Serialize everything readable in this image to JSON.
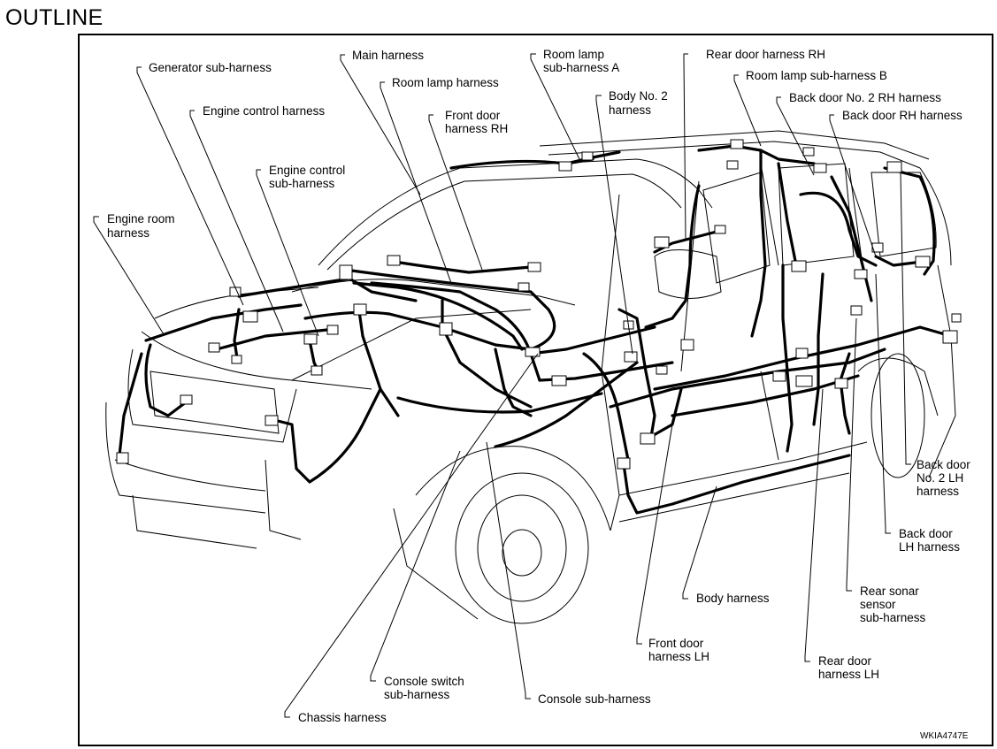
{
  "page_title": "OUTLINE",
  "figure_code": "WKIA4747E",
  "labels": {
    "main_harness": "Main harness",
    "generator_sub_harness": "Generator sub-harness",
    "room_lamp_sub_harness_a": [
      "Room lamp",
      "sub-harness A"
    ],
    "rear_door_harness_rh": "Rear door harness RH",
    "room_lamp_sub_harness_b": "Room lamp sub-harness B",
    "room_lamp_harness": "Room lamp harness",
    "body_no2_harness": [
      "Body No. 2",
      "harness"
    ],
    "engine_control_harness": "Engine control harness",
    "back_door_no2_rh_harness": "Back door No. 2 RH harness",
    "back_door_rh_harness": "Back door RH harness",
    "front_door_harness_rh": [
      "Front door",
      "harness RH"
    ],
    "engine_control_sub_harness": [
      "Engine control",
      "sub-harness"
    ],
    "engine_room_harness": [
      "Engine room",
      "harness"
    ],
    "back_door_no2_lh_harness": [
      "Back door",
      "No. 2 LH",
      "harness"
    ],
    "back_door_lh_harness": [
      "Back door",
      "LH harness"
    ],
    "rear_sonar_sensor_sub_harness": [
      "Rear sonar",
      "sensor",
      "sub-harness"
    ],
    "body_harness": "Body harness",
    "front_door_harness_lh": [
      "Front door",
      "harness LH"
    ],
    "rear_door_harness_lh": [
      "Rear door",
      "harness LH"
    ],
    "console_switch_sub_harness": [
      "Console switch",
      "sub-harness"
    ],
    "console_sub_harness": "Console sub-harness",
    "chassis_harness": "Chassis harness"
  }
}
